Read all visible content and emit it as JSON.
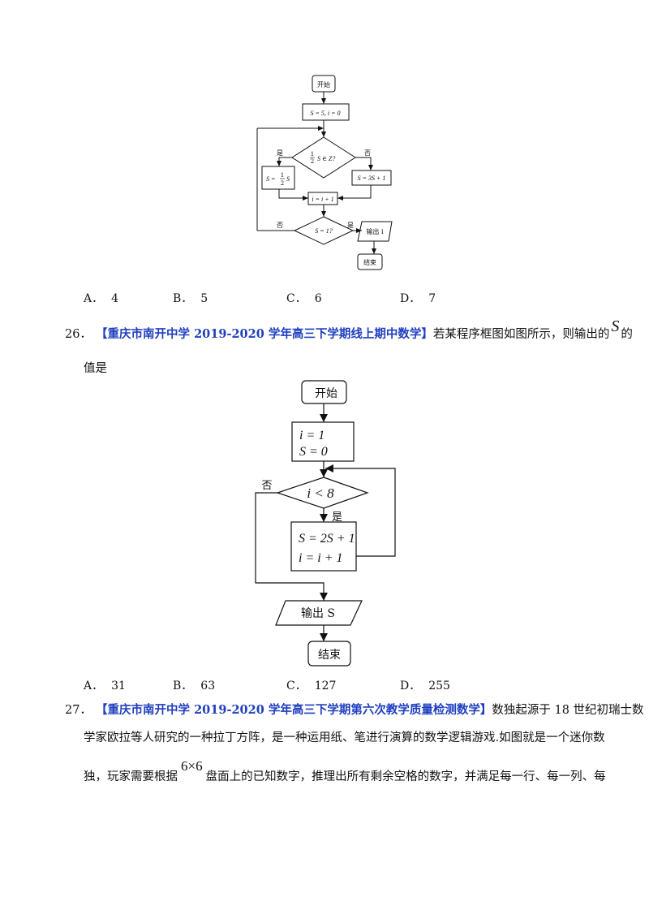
{
  "flowchart1": {
    "start": "开始",
    "init": "S = 5, i = 0",
    "decision_prefix": "1",
    "decision_den": "2",
    "decision_suffix": "S ∈ Z?",
    "yes_label": "是",
    "no_label": "否",
    "yes_box_left": "S =",
    "yes_box_num": "1",
    "yes_box_den": "2",
    "yes_box_right": "S",
    "no_box": "S = 3S + 1",
    "increment": "i = i + 1",
    "decision2": "S = 1?",
    "output": "输出 i",
    "end": "结束"
  },
  "q25_options": [
    {
      "letter": "A．",
      "value": "4"
    },
    {
      "letter": "B．",
      "value": "5"
    },
    {
      "letter": "C．",
      "value": "6"
    },
    {
      "letter": "D．",
      "value": "7"
    }
  ],
  "q26": {
    "number": "26．",
    "source": "【重庆市南开中学 2019-2020 学年高三下学期线上期中数学】",
    "text_before": "若某程序框图如图所示，则输出的",
    "variable": "S",
    "text_after": "的",
    "text_line2": "值是"
  },
  "flowchart2": {
    "start": "开始",
    "init_line1": "i = 1",
    "init_line2": "S = 0",
    "decision": "i < 8",
    "yes_label": "是",
    "no_label": "否",
    "body_line1": "S = 2S + 1",
    "body_line2": "i = i + 1",
    "output": "输出 S",
    "end": "结束"
  },
  "q26_options": [
    {
      "letter": "A．",
      "value": "31"
    },
    {
      "letter": "B．",
      "value": "63"
    },
    {
      "letter": "C．",
      "value": "127"
    },
    {
      "letter": "D．",
      "value": "255"
    }
  ],
  "q27": {
    "number": "27．",
    "source": "【重庆市南开中学 2019-2020 学年高三下学期第六次教学质量检测数学】",
    "text_line1_after": "数独起源于 18 世纪初瑞士数",
    "text_line2": "学家欧拉等人研究的一种拉丁方阵，是一种运用纸、笔进行演算的数学逻辑游戏.如图就是一个迷你数",
    "text_line3_before": "独，玩家需要根据",
    "math": "6×6",
    "text_line3_after": "盘面上的已知数字，推理出所有剩余空格的数字，并满足每一行、每一列、每"
  }
}
